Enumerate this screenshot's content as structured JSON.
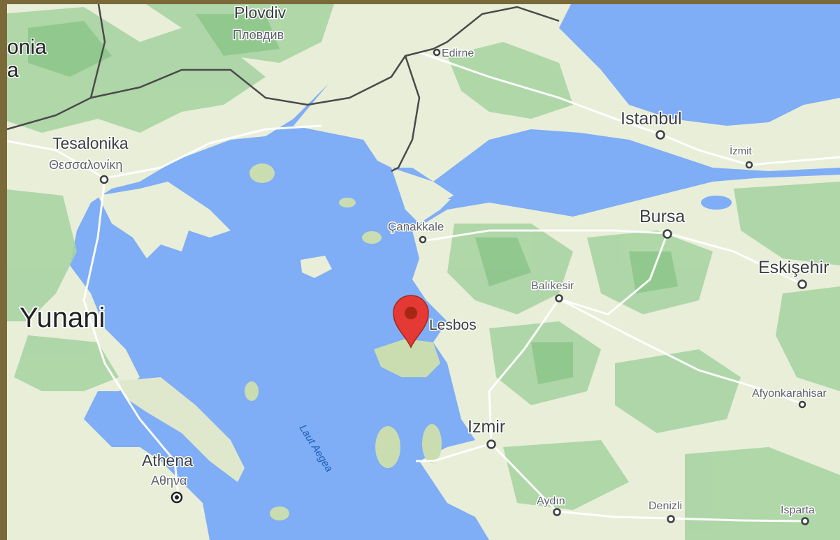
{
  "map": {
    "colors": {
      "water": "#7fadf6",
      "land": "#e8eed8",
      "forest": "#a9d4a3",
      "dark_forest": "#8cc58a",
      "border": "#4a4a4a",
      "road": "#ffffff",
      "frame": "#7a6a3a",
      "marker": "#e53935"
    },
    "marker": {
      "label": "Lesbos",
      "icon": "map-pin-icon"
    },
    "country_labels": [
      "Yunani"
    ],
    "region_labels": [
      "onia",
      "a"
    ],
    "sea_label": "Laut Aegea",
    "cities": [
      {
        "key": "plovdiv",
        "name": "Plovdiv",
        "alt": "Пловдив"
      },
      {
        "key": "edirne",
        "name": "Edirne"
      },
      {
        "key": "istanbul",
        "name": "Istanbul"
      },
      {
        "key": "izmit",
        "name": "İzmit"
      },
      {
        "key": "tesalonika",
        "name": "Tesalonika",
        "alt": "Θεσσαλονίκη"
      },
      {
        "key": "canakkale",
        "name": "Çanakkale"
      },
      {
        "key": "bursa",
        "name": "Bursa"
      },
      {
        "key": "eskisehir",
        "name": "Eskişehir"
      },
      {
        "key": "balikesir",
        "name": "Balıkesir"
      },
      {
        "key": "izmir",
        "name": "Izmir"
      },
      {
        "key": "athena",
        "name": "Athena",
        "alt": "Αθηνα"
      },
      {
        "key": "aydin",
        "name": "Aydın"
      },
      {
        "key": "denizli",
        "name": "Denizli"
      },
      {
        "key": "isparta",
        "name": "Isparta"
      },
      {
        "key": "afyon",
        "name": "Afyonkarahisar"
      }
    ]
  }
}
